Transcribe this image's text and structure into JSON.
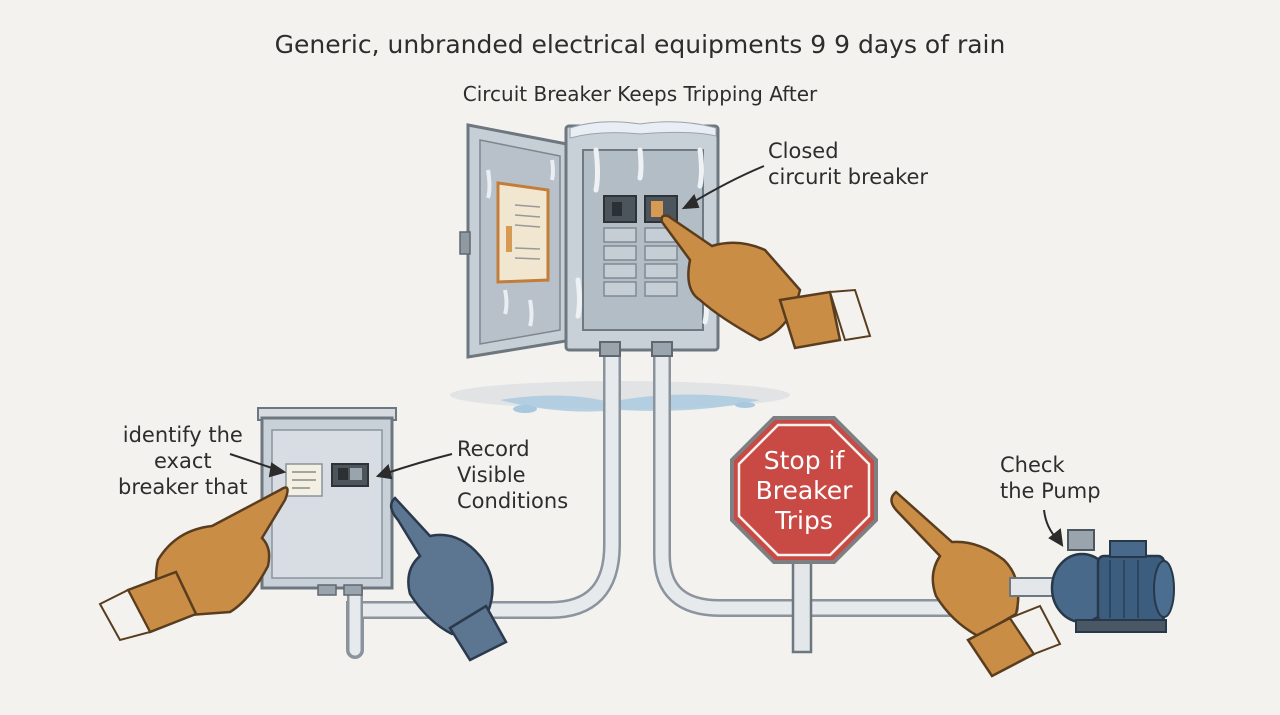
{
  "title": "Generic, unbranded electrical equipments 9 9 days of rain",
  "subtitle": "Circuit Breaker Keeps Tripping After",
  "labels": {
    "closed_breaker": [
      "Closed",
      "circurit breaker"
    ],
    "identify": [
      "identify the",
      "exact",
      "breaker that"
    ],
    "record": [
      "Record",
      "Visible",
      "Conditions"
    ],
    "check_pump": [
      "Check",
      "the Pump"
    ]
  },
  "stop_sign": [
    "Stop if",
    "Breaker",
    "Trips"
  ],
  "colors": {
    "background": "#f3f2ee",
    "panel": "#c9d1d8",
    "conduit": "#e4e7ea",
    "glove": "#c98d45",
    "blue_glove": "#5c7591",
    "stop_red": "#c94a44",
    "breaker_orange": "#d79a52",
    "water": "#9ec3dd",
    "pump": "#48698a"
  }
}
